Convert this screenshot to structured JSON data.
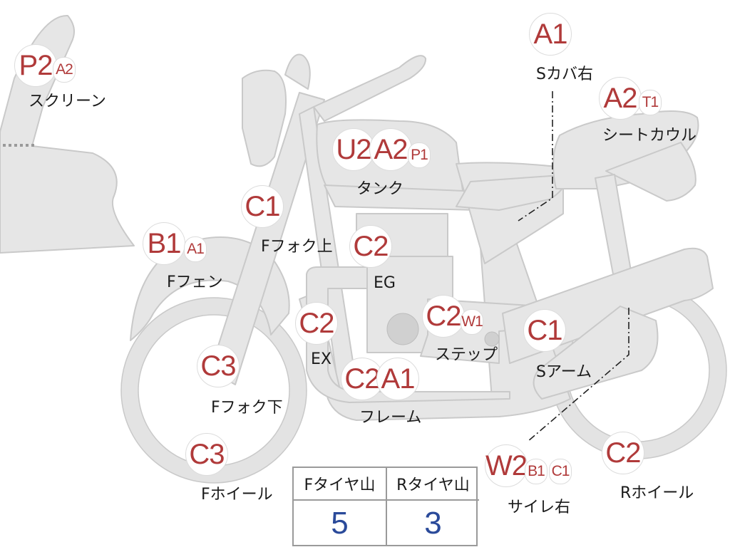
{
  "callouts": [
    {
      "id": "screen",
      "label": "スクリーン",
      "badges": [
        {
          "text": "P2",
          "size": "big"
        },
        {
          "text": "A2",
          "size": "small"
        }
      ]
    },
    {
      "id": "s-cover-right",
      "label": "Sカバ右",
      "badges": [
        {
          "text": "A1",
          "size": "big"
        }
      ]
    },
    {
      "id": "seat-cowl",
      "label": "シートカウル",
      "badges": [
        {
          "text": "A2",
          "size": "big"
        },
        {
          "text": "T1",
          "size": "small"
        }
      ]
    },
    {
      "id": "tank",
      "label": "タンク",
      "badges": [
        {
          "text": "U2",
          "size": "big"
        },
        {
          "text": "A2",
          "size": "big"
        },
        {
          "text": "P1",
          "size": "small"
        }
      ]
    },
    {
      "id": "f-fork-upper",
      "label": "Fフォク上",
      "badges": [
        {
          "text": "C1",
          "size": "big"
        }
      ]
    },
    {
      "id": "f-fender",
      "label": "Fフェン",
      "badges": [
        {
          "text": "B1",
          "size": "big"
        },
        {
          "text": "A1",
          "size": "small"
        }
      ]
    },
    {
      "id": "engine",
      "label": "EG",
      "badges": [
        {
          "text": "C2",
          "size": "big"
        }
      ]
    },
    {
      "id": "exhaust",
      "label": "EX",
      "badges": [
        {
          "text": "C2",
          "size": "big"
        }
      ]
    },
    {
      "id": "step",
      "label": "ステップ",
      "badges": [
        {
          "text": "C2",
          "size": "big"
        },
        {
          "text": "W1",
          "size": "small"
        }
      ]
    },
    {
      "id": "s-arm",
      "label": "Sアーム",
      "badges": [
        {
          "text": "C1",
          "size": "big"
        }
      ]
    },
    {
      "id": "f-fork-lower",
      "label": "Fフォク下",
      "badges": [
        {
          "text": "C3",
          "size": "big"
        }
      ]
    },
    {
      "id": "frame",
      "label": "フレーム",
      "badges": [
        {
          "text": "C2",
          "size": "big"
        },
        {
          "text": "A1",
          "size": "big"
        }
      ]
    },
    {
      "id": "f-wheel",
      "label": "Fホイール",
      "badges": [
        {
          "text": "C3",
          "size": "big"
        }
      ]
    },
    {
      "id": "muffler-right",
      "label": "サイレ右",
      "badges": [
        {
          "text": "W2",
          "size": "big"
        },
        {
          "text": "B1",
          "size": "small"
        },
        {
          "text": "C1",
          "size": "small"
        }
      ]
    },
    {
      "id": "r-wheel",
      "label": "Rホイール",
      "badges": [
        {
          "text": "C2",
          "size": "big"
        }
      ]
    }
  ],
  "tire_table": {
    "front_header": "Fタイヤ山",
    "rear_header": "Rタイヤ山",
    "front_value": "5",
    "rear_value": "3"
  },
  "colors": {
    "badge_text": "#b03a3a",
    "value_text": "#2a4a9a",
    "bike_fill": "#e6e6e6"
  }
}
